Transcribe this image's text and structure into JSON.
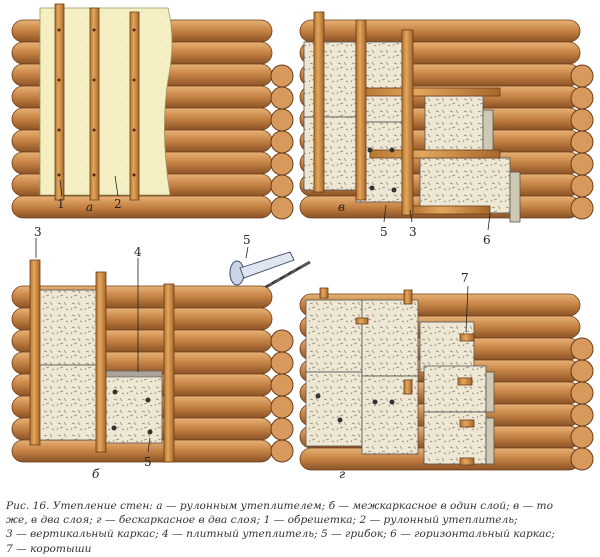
{
  "panel_labels": {
    "a": "а",
    "b": "б",
    "v": "в",
    "g": "г"
  },
  "callouts": {
    "a_1": "1",
    "a_2": "2",
    "v_5": "5",
    "v_3": "3",
    "v_6": "6",
    "b_3": "3",
    "b_4": "4",
    "b_5": "5",
    "top_5": "5",
    "g_7": "7"
  },
  "caption_lines": [
    "Рис. 16. Утепление стен: а — рулонным утеплителем; б — межкаркасное в один слой; в — то",
    "же, в два слоя; г — бескаркасное в два слоя; 1 — обрешетка; 2 — рулонный утеплитель;",
    "3 — вертикальный каркас; 4 — плитный утеплитель; 5 — грибок; 6 — горизонтальный каркас;",
    "7 — коротыши"
  ],
  "colors": {
    "log": "#c8864a",
    "log_dark": "#8a5226",
    "log_light": "#e3a96c",
    "wood": "#d89a4e",
    "insulation": "#ece6d3",
    "roll": "#f2eebf"
  }
}
